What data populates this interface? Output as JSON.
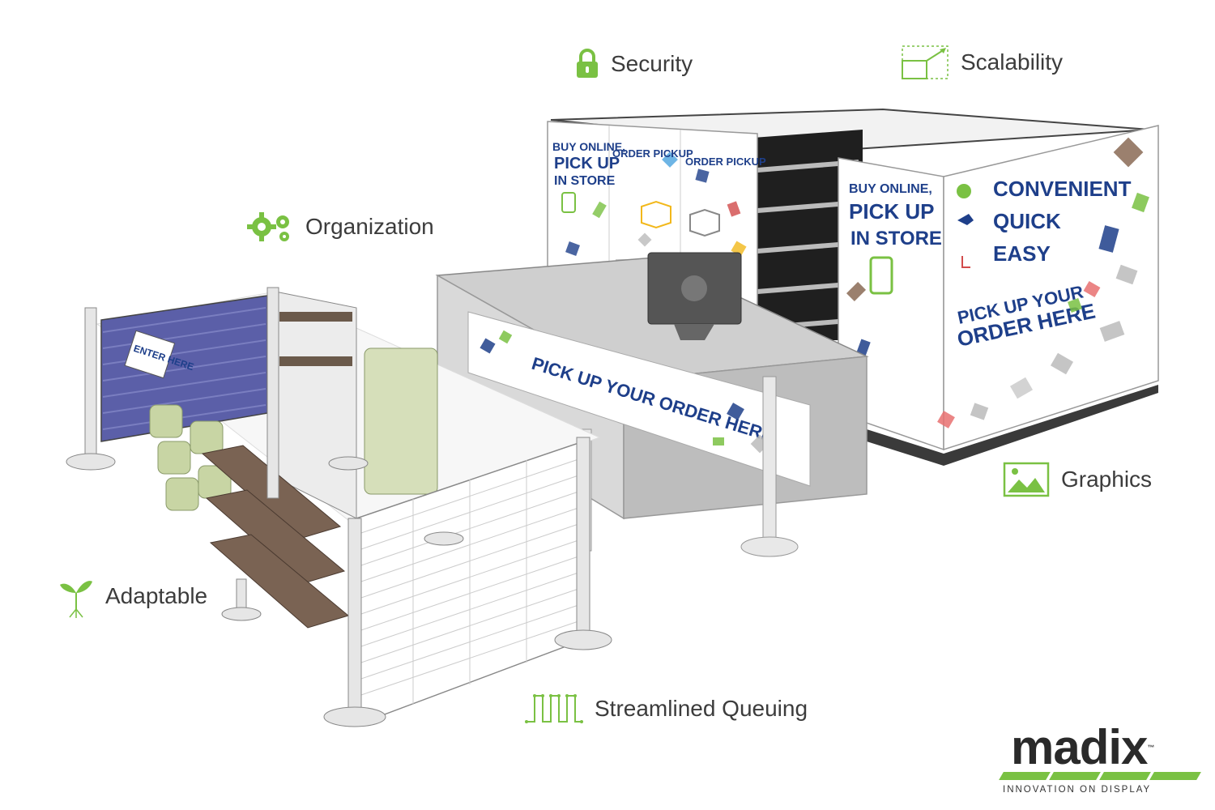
{
  "features": {
    "security": "Security",
    "scalability": "Scalability",
    "organization": "Organization",
    "graphics": "Graphics",
    "adaptable": "Adaptable",
    "queuing": "Streamlined Queuing"
  },
  "signs": {
    "buy_online_1": "BUY ONLINE,",
    "pick_up_1": "PICK UP",
    "in_store_1": "IN STORE",
    "order_pickup_1": "ORDER PICKUP",
    "order_pickup_2": "ORDER PICKUP",
    "buy_online_2": "BUY ONLINE,",
    "pick_up_2": "PICK UP",
    "in_store_2": "IN STORE",
    "convenient": "CONVENIENT",
    "quick": "QUICK",
    "easy": "EASY",
    "pick_up_your": "PICK UP YOUR",
    "order_here": "ORDER HERE",
    "counter_banner": "PICK UP YOUR ORDER HERE",
    "enter_here": "ENTER HERE"
  },
  "logo": {
    "word": "madix",
    "tm": "™",
    "tagline": "INNOVATION ON DISPLAY"
  },
  "colors": {
    "accent_green": "#7ac143",
    "sign_blue": "#1e3f8a",
    "slat_purple": "#5b5fa8"
  }
}
